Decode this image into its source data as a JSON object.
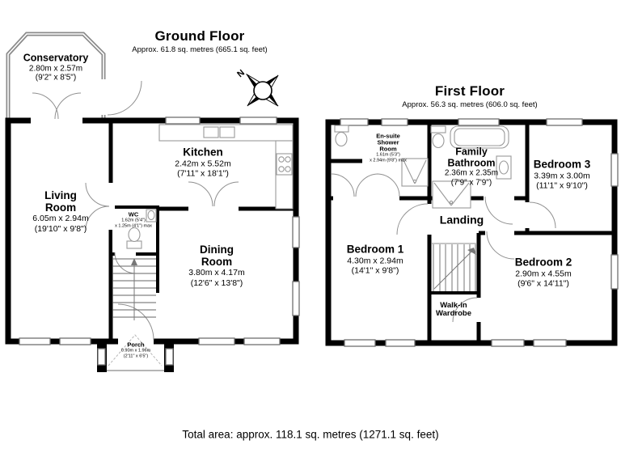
{
  "page": {
    "background_color": "#ffffff",
    "wall_color": "#000000",
    "detail_line_color": "#8b8b8b",
    "footer": {
      "total_area": "Total area: approx. 118.1 sq. metres (1271.1 sq. feet)"
    },
    "compass": {
      "label": "N"
    }
  },
  "ground_floor": {
    "title": "Ground Floor",
    "subtitle": "Approx. 61.8 sq. metres (665.1 sq. feet)",
    "rooms": {
      "conservatory": {
        "name": "Conservatory",
        "metric": "2.80m x 2.57m",
        "imperial": "(9'2\" x 8'5\")"
      },
      "living_room": {
        "name": "Living\nRoom",
        "metric": "6.05m x 2.94m",
        "imperial": "(19'10\" x 9'8\")"
      },
      "kitchen": {
        "name": "Kitchen",
        "metric": "2.42m x 5.52m",
        "imperial": "(7'11\" x 18'1\")"
      },
      "wc": {
        "name": "WC",
        "metric": "1.62m (5'4\")",
        "imperial": "x 1.25m (4'1\") max"
      },
      "dining_room": {
        "name": "Dining\nRoom",
        "metric": "3.80m x 4.17m",
        "imperial": "(12'6\" x 13'8\")"
      },
      "porch": {
        "name": "Porch",
        "metric": "0.90m x 1.96m",
        "imperial": "(2'11\" x 6'5\")"
      }
    }
  },
  "first_floor": {
    "title": "First Floor",
    "subtitle": "Approx. 56.3 sq. metres (606.0 sq. feet)",
    "rooms": {
      "ensuite": {
        "name": "En-suite\nShower\nRoom",
        "metric": "1.61m (5'3\")",
        "imperial": "x 2.94m (9'8\") max"
      },
      "family_bathroom": {
        "name": "Family\nBathroom",
        "metric": "2.36m x 2.35m",
        "imperial": "(7'9\" x 7'9\")"
      },
      "bedroom_3": {
        "name": "Bedroom 3",
        "metric": "3.39m x 3.00m",
        "imperial": "(11'1\" x 9'10\")"
      },
      "landing": {
        "name": "Landing"
      },
      "bedroom_1": {
        "name": "Bedroom 1",
        "metric": "4.30m x 2.94m",
        "imperial": "(14'1\" x 9'8\")"
      },
      "bedroom_2": {
        "name": "Bedroom 2",
        "metric": "2.90m x 4.55m",
        "imperial": "(9'6\" x 14'11\")"
      },
      "walk_in_wardrobe": {
        "name": "Walk-in\nWardrobe"
      }
    }
  }
}
